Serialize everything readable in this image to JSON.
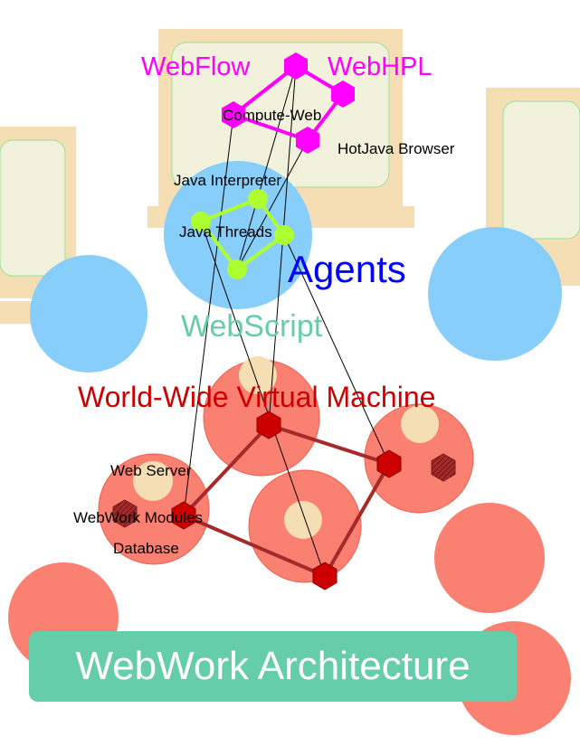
{
  "labels": {
    "webflow": "WebFlow",
    "webhpl": "WebHPL",
    "compute_web": "Compute-Web",
    "hotjava": "HotJava Browser",
    "java_interpreter": "Java Interpreter",
    "java_threads": "Java Threads",
    "agents": "Agents",
    "webscript": "WebScript",
    "wwvm": "World-Wide Virtual Machine",
    "web_server": "Web Server",
    "webwork_modules": "WebWork Modules",
    "database": "Database"
  },
  "title": "WebWork Architecture",
  "colors": {
    "magenta": "#ff00ff",
    "green_node": "#adff2f",
    "green_label": "#66cdaa",
    "blue": "#0000ff",
    "red_text": "#cc0000",
    "red_node": "#cc0000",
    "salmon": "#fa8072",
    "light_blue": "#87cefa",
    "wheat": "#f5deb3",
    "monitor_screen": "#f2f2dc",
    "title_box": "#66cdaa"
  }
}
